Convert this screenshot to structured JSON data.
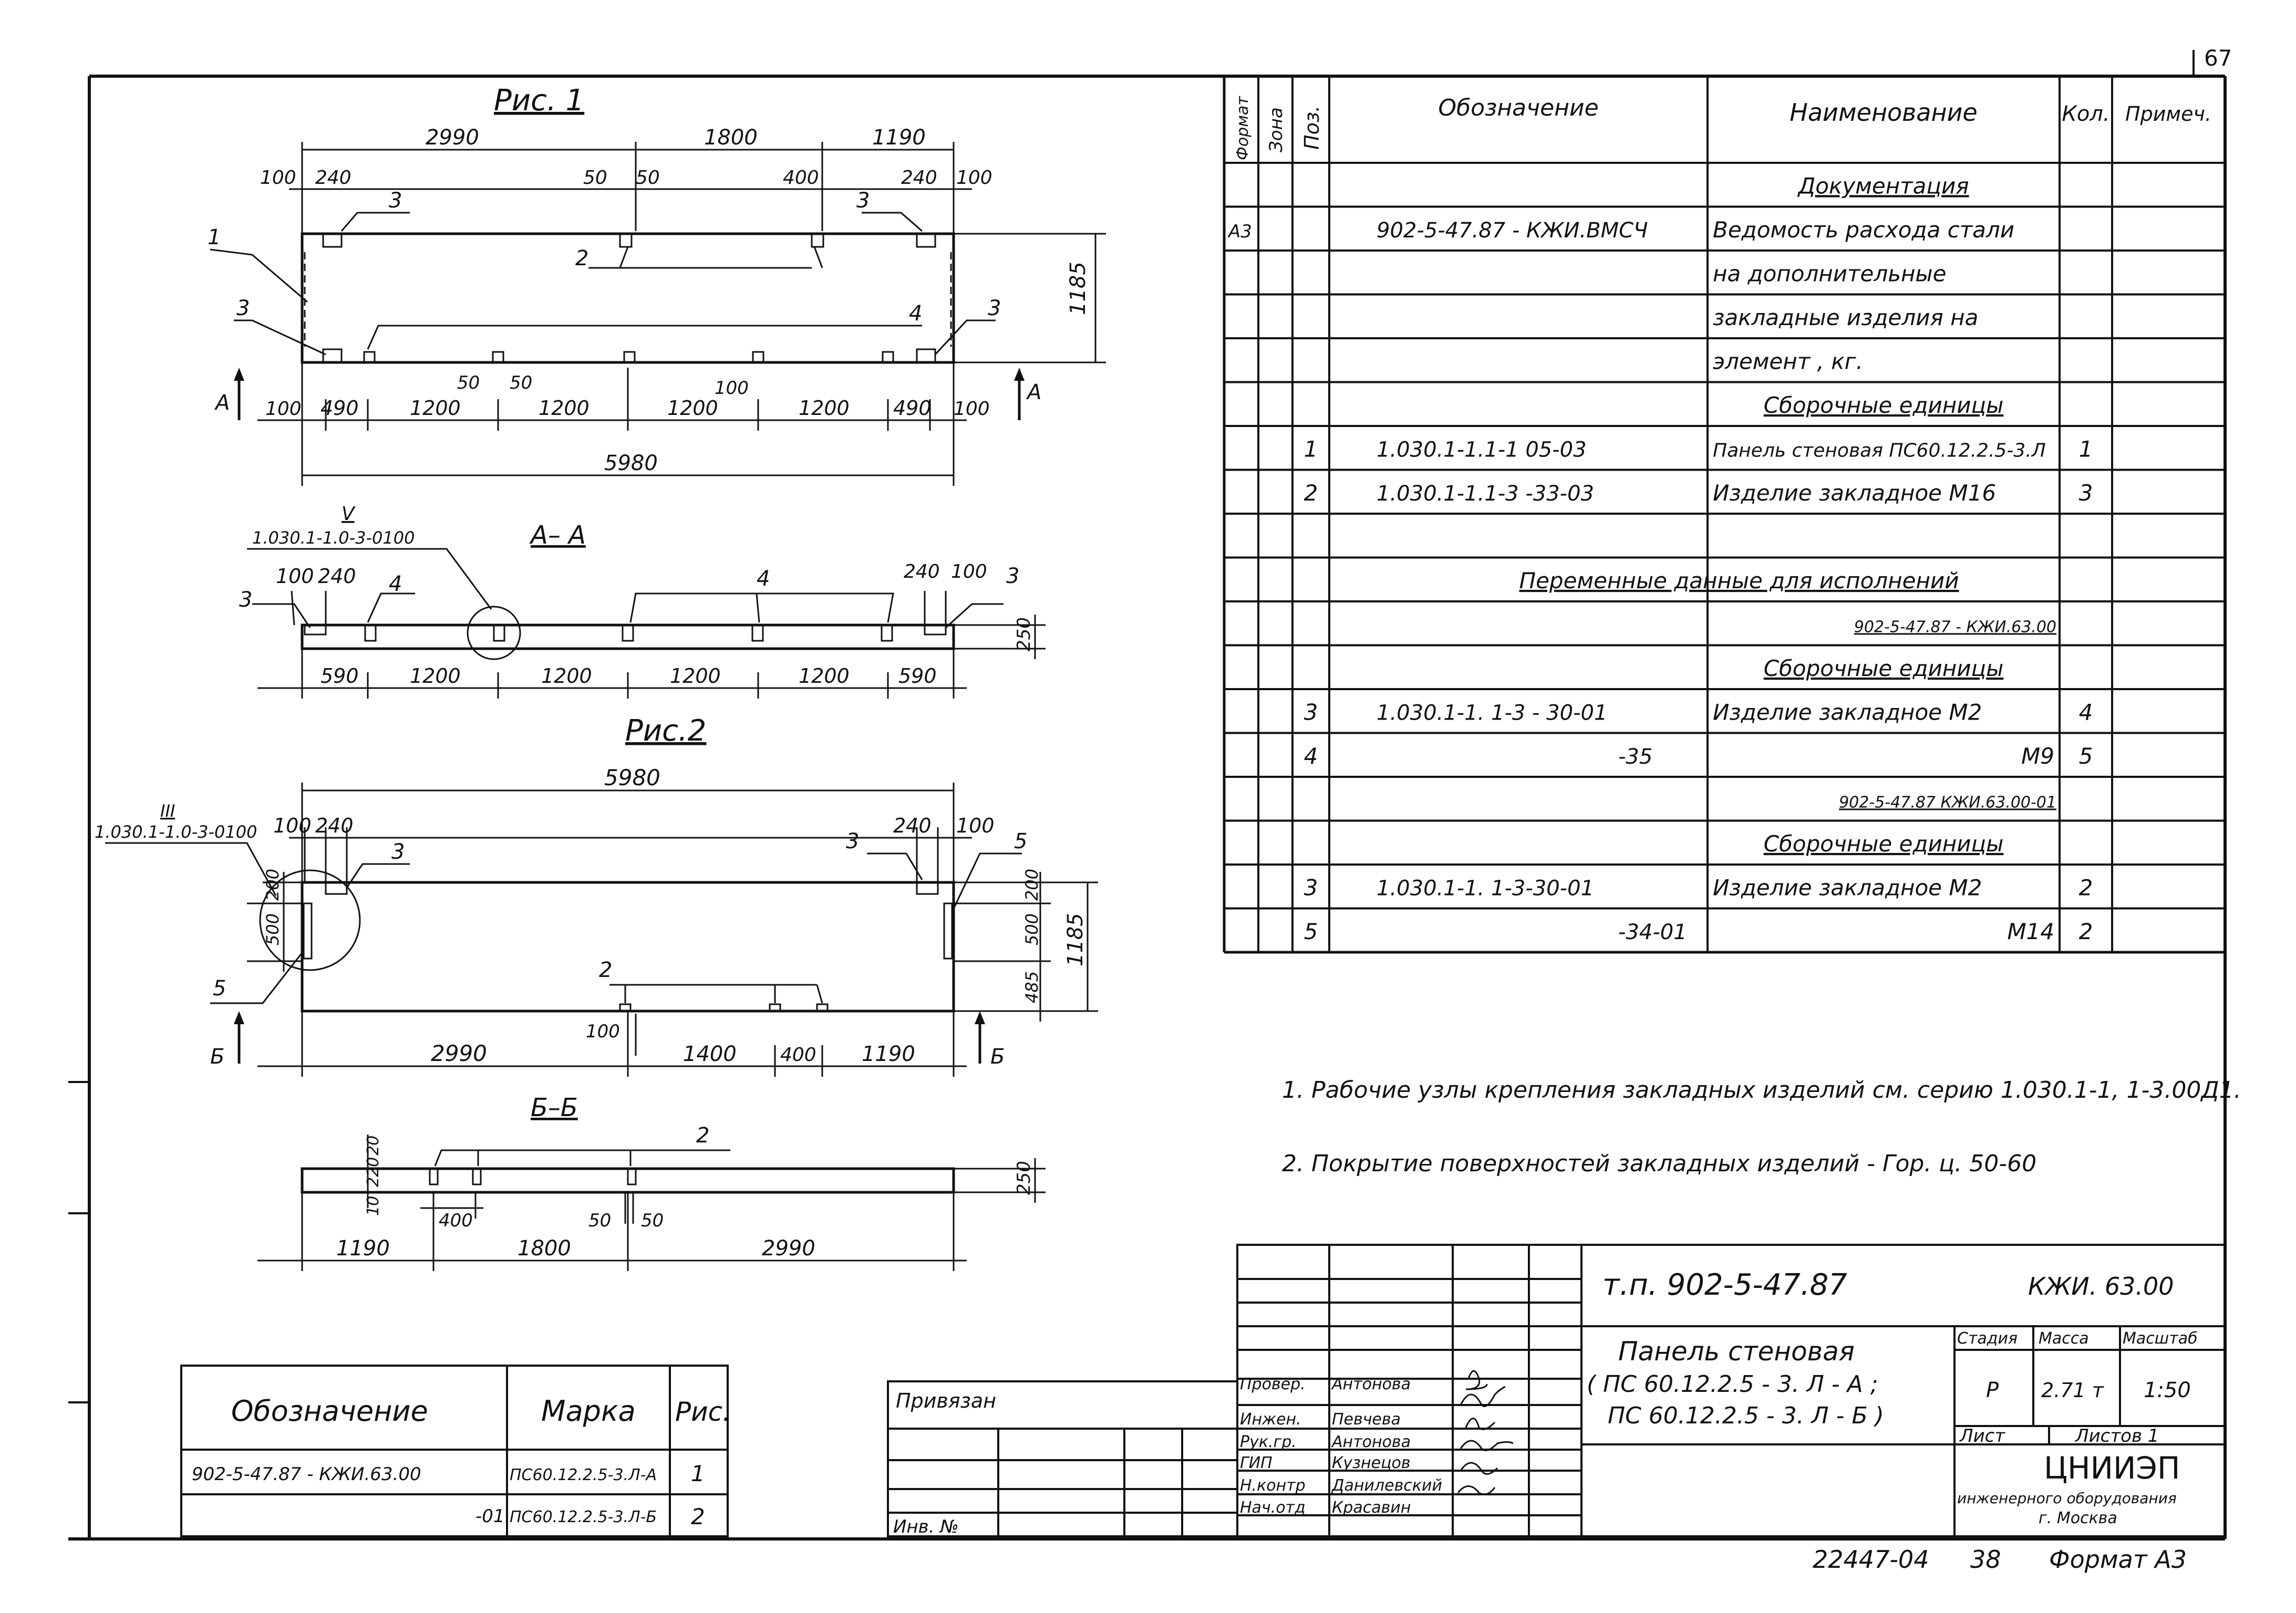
{
  "page_number": "67",
  "drawing1": {
    "title": "Рис. 1",
    "top_dims": [
      "2990",
      "1800",
      "1190"
    ],
    "top_small": [
      "100",
      "240",
      "50",
      "50",
      "400",
      "240",
      "100"
    ],
    "height": "1185",
    "bottom_dims": [
      "100",
      "490",
      "1200",
      "1200",
      "1200",
      "1200",
      "490",
      "100"
    ],
    "mid_small": [
      "50",
      "50",
      "100"
    ],
    "total": "5980",
    "cut_label": "А",
    "callouts": [
      "1",
      "2",
      "3",
      "3",
      "3",
      "4",
      "3"
    ]
  },
  "sectionAA": {
    "title": "А– А",
    "ref_num": "V",
    "ref_code": "1.030.1-1.0-3-0100",
    "top_small": [
      "100",
      "240",
      "240",
      "100"
    ],
    "callouts": [
      "3",
      "4",
      "4",
      "3"
    ],
    "thickness": "250",
    "bottom_dims": [
      "590",
      "1200",
      "1200",
      "1200",
      "1200",
      "590"
    ]
  },
  "drawing2": {
    "title": "Рис.2",
    "total": "5980",
    "ref_num": "III",
    "ref_code": "1.030.1-1.0-3-0100",
    "top_small": [
      "100",
      "240",
      "240",
      "100"
    ],
    "left_dims": [
      "200",
      "500"
    ],
    "right_dims": [
      "200",
      "500",
      "485"
    ],
    "height": "1185",
    "callouts": [
      "3",
      "3",
      "5",
      "5",
      "2"
    ],
    "bottom_dims": [
      "2990",
      "1400",
      "400",
      "1190"
    ],
    "mid_small": "100",
    "cut_label": "Б"
  },
  "sectionBB": {
    "title": "Б–Б",
    "callout": "2",
    "left_dims": [
      "20",
      "220",
      "10"
    ],
    "thickness": "250",
    "small": [
      "400",
      "50",
      "50"
    ],
    "bottom_dims": [
      "1190",
      "1800",
      "2990"
    ]
  },
  "spec_table": {
    "headers": [
      "Формат",
      "Зона",
      "Поз.",
      "Обозначение",
      "Наименование",
      "Кол.",
      "Примеч."
    ],
    "rows": [
      {
        "fmt": "",
        "pos": "",
        "code": "",
        "name": "Документация",
        "qty": "",
        "u": true
      },
      {
        "fmt": "А3",
        "pos": "",
        "code": "902-5-47.87 - КЖИ.ВМСЧ",
        "name": "Ведомость расхода стали",
        "qty": "",
        "u": false
      },
      {
        "fmt": "",
        "pos": "",
        "code": "",
        "name": "на дополнительные",
        "qty": "",
        "u": false
      },
      {
        "fmt": "",
        "pos": "",
        "code": "",
        "name": "закладные изделия на",
        "qty": "",
        "u": false
      },
      {
        "fmt": "",
        "pos": "",
        "code": "",
        "name": "элемент , кг.",
        "qty": "",
        "u": false
      },
      {
        "fmt": "",
        "pos": "",
        "code": "",
        "name": "Сборочные единицы",
        "qty": "",
        "u": true
      },
      {
        "fmt": "",
        "pos": "1",
        "code": "1.030.1-1.1-1 05-03",
        "name": "Панель стеновая ПС60.12.2.5-3.Л",
        "qty": "1",
        "u": false
      },
      {
        "fmt": "",
        "pos": "2",
        "code": "1.030.1-1.1-3 -33-03",
        "name": "Изделие закладное М16",
        "qty": "3",
        "u": false
      },
      {
        "fmt": "",
        "pos": "",
        "code": "",
        "name": "",
        "qty": "",
        "u": false
      },
      {
        "fmt": "",
        "pos": "",
        "code": "",
        "name": "",
        "qty": "",
        "u": false
      },
      {
        "fmt": "",
        "pos": "",
        "code": "",
        "name": "902-5-47.87 - КЖИ.63.00",
        "qty": "",
        "u": false
      },
      {
        "fmt": "",
        "pos": "",
        "code": "",
        "name": "Сборочные единицы",
        "qty": "",
        "u": true
      },
      {
        "fmt": "",
        "pos": "3",
        "code": "1.030.1-1. 1-3 - 30-01",
        "name": "Изделие закладное М2",
        "qty": "4",
        "u": false
      },
      {
        "fmt": "",
        "pos": "4",
        "code": "-35",
        "name": "М9",
        "qty": "5",
        "u": false
      },
      {
        "fmt": "",
        "pos": "",
        "code": "",
        "name": "902-5-47.87 КЖИ.63.00-01",
        "qty": "",
        "u": false
      },
      {
        "fmt": "",
        "pos": "",
        "code": "",
        "name": "Сборочные единицы",
        "qty": "",
        "u": true
      },
      {
        "fmt": "",
        "pos": "3",
        "code": "1.030.1-1. 1-3-30-01",
        "name": "Изделие закладное М2",
        "qty": "2",
        "u": false
      },
      {
        "fmt": "",
        "pos": "5",
        "code": "-34-01",
        "name": "М14",
        "qty": "2",
        "u": false
      }
    ],
    "variable_header": "Переменные данные для исполнений"
  },
  "notes": [
    "1. Рабочие узлы крепления закладных изделий см. серию 1.030.1-1, 1-3.00Д1.",
    "2. Покрытие поверхностей закладных изделий - Гор. ц. 50-60"
  ],
  "mark_table": {
    "headers": [
      "Обозначение",
      "Марка",
      "Рис."
    ],
    "rows": [
      {
        "code": "902-5-47.87 - КЖИ.63.00",
        "mark": "ПС60.12.2.5-3.Л-А",
        "fig": "1"
      },
      {
        "code": "-01",
        "mark": "ПС60.12.2.5-3.Л-Б",
        "fig": "2"
      }
    ]
  },
  "binding": {
    "label": "Привязан",
    "inv": "Инв. №"
  },
  "title_block": {
    "project": "т.п. 902-5-47.87",
    "sheet_code": "КЖИ. 63.00",
    "name_lines": [
      "Панель стеновая",
      "( ПС 60.12.2.5 - 3. Л - А ;",
      "ПС 60.12.2.5 - 3. Л - Б )"
    ],
    "stage_h": "Стадия",
    "mass_h": "Масса",
    "scale_h": "Масштаб",
    "stage": "Р",
    "mass": "2.71 т",
    "scale": "1:50",
    "sheet_h": "Лист",
    "sheets_h": "Листов 1",
    "org": "ЦНИИЭП",
    "org_sub": "инженерного оборудования",
    "org_city": "г. Москва",
    "signers": [
      {
        "role": "Провер.",
        "name": "Антонова"
      },
      {
        "role": "Инжен.",
        "name": "Певчева"
      },
      {
        "role": "Рук.гр.",
        "name": "Антонова"
      },
      {
        "role": "ГИП",
        "name": "Кузнецов"
      },
      {
        "role": "Н.контр",
        "name": "Данилевский"
      },
      {
        "role": "Нач.отд",
        "name": "Красавин"
      }
    ]
  },
  "footer": {
    "number": "22447-04",
    "sheet": "38",
    "format": "Формат А3"
  }
}
